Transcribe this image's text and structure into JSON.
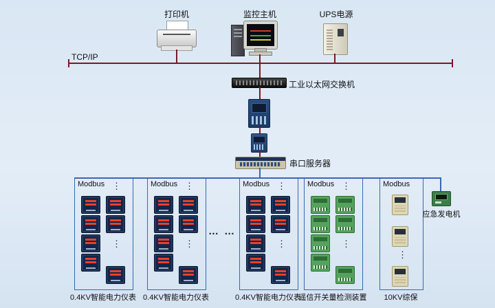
{
  "colors": {
    "background": "#dce8f4",
    "tcpip_bus": "#7c1822",
    "modbus_bus": "#3668b0"
  },
  "top_devices": {
    "printer": {
      "label": "打印机",
      "icon": "printer-icon"
    },
    "monitor": {
      "label": "监控主机",
      "icon": "monitor-host-icon"
    },
    "ups": {
      "label": "UPS电源",
      "icon": "ups-icon"
    }
  },
  "backbone": {
    "bus_label": "TCP/IP",
    "ethernet_switch_label": "工业以太网交换机",
    "serial_server_label": "串口服务器"
  },
  "branches": [
    {
      "bus_label": "Modbus",
      "bottom_label": "0.4KV智能电力仪表",
      "device": "power-meter"
    },
    {
      "bus_label": "Modbus",
      "bottom_label": "0.4KV智能电力仪表",
      "device": "power-meter"
    },
    {
      "bus_label": "Modbus",
      "bottom_label": "0.4KV智能电力仪表",
      "device": "power-meter"
    },
    {
      "bus_label": "Modbus",
      "bottom_label": "遥信开关量检测装置",
      "device": "io-module"
    },
    {
      "bus_label": "Modbus",
      "bottom_label": "10KV综保",
      "device": "protection-relay"
    }
  ],
  "generator": {
    "label": "应急发电机",
    "icon": "generator-controller-icon"
  },
  "ellipsis": {
    "horizontal": "… …",
    "vertical": "⋮"
  }
}
